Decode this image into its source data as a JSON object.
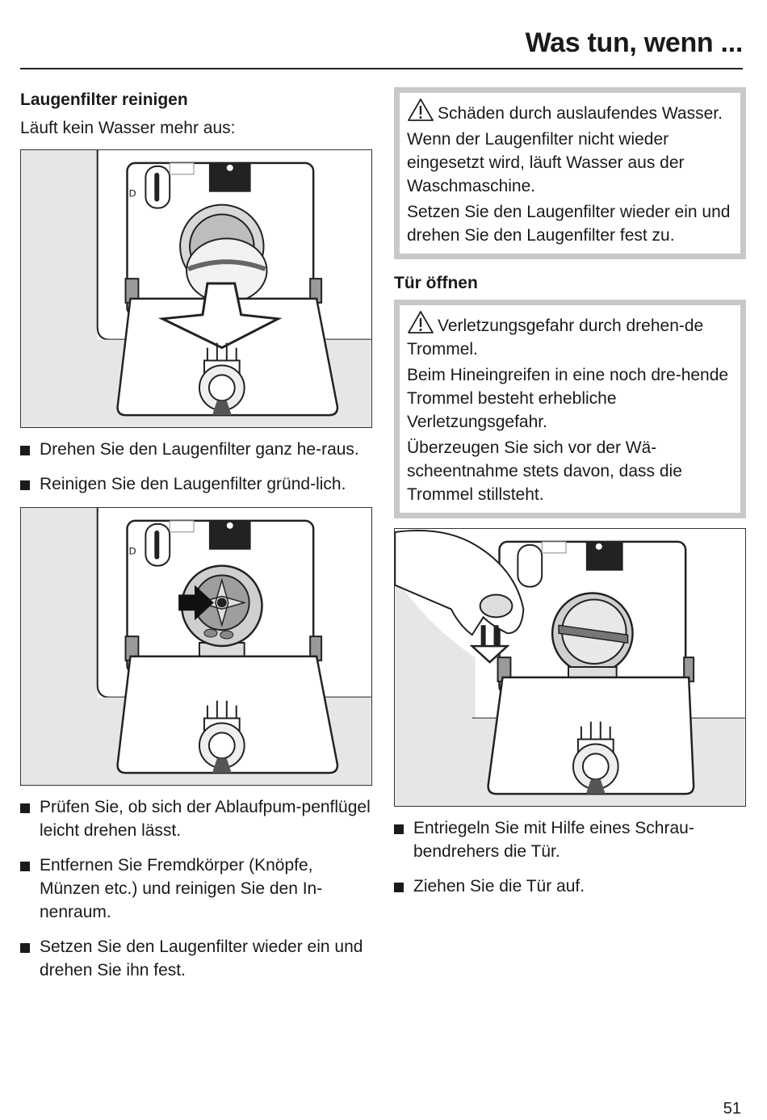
{
  "header": {
    "title": "Was tun, wenn ..."
  },
  "left": {
    "heading": "Laugenfilter reinigen",
    "intro": "Läuft kein Wasser mehr aus:",
    "steps_a": [
      "Drehen Sie den Laugenfilter ganz he-raus.",
      "Reinigen Sie den Laugenfilter gründ-lich."
    ],
    "steps_b": [
      "Prüfen Sie, ob sich der Ablaufpum-penflügel leicht drehen lässt.",
      "Entfernen Sie Fremdkörper (Knöpfe, Münzen etc.) und reinigen Sie den In-nenraum.",
      "Setzen Sie den Laugenfilter wieder ein und drehen Sie ihn fest."
    ]
  },
  "right": {
    "warning1": {
      "title": "Schäden durch auslaufendes Wasser.",
      "text1": "Wenn der Laugenfilter nicht wieder eingesetzt wird, läuft Wasser aus der Waschmaschine.",
      "text2": "Setzen Sie den Laugenfilter wieder ein und drehen Sie den Laugenfilter fest zu."
    },
    "heading": "Tür öffnen",
    "warning2": {
      "title": "Verletzungsgefahr durch drehen-de Trommel.",
      "text1": "Beim Hineingreifen in eine noch dre-hende Trommel besteht erhebliche Verletzungsgefahr.",
      "text2": "Überzeugen Sie sich vor der Wä-scheentnahme stets davon, dass die Trommel stillsteht."
    },
    "steps": [
      "Entriegeln Sie mit Hilfe eines Schrau-bendrehers die Tür.",
      "Ziehen Sie die Tür auf."
    ]
  },
  "footer": {
    "page_number": "51"
  }
}
